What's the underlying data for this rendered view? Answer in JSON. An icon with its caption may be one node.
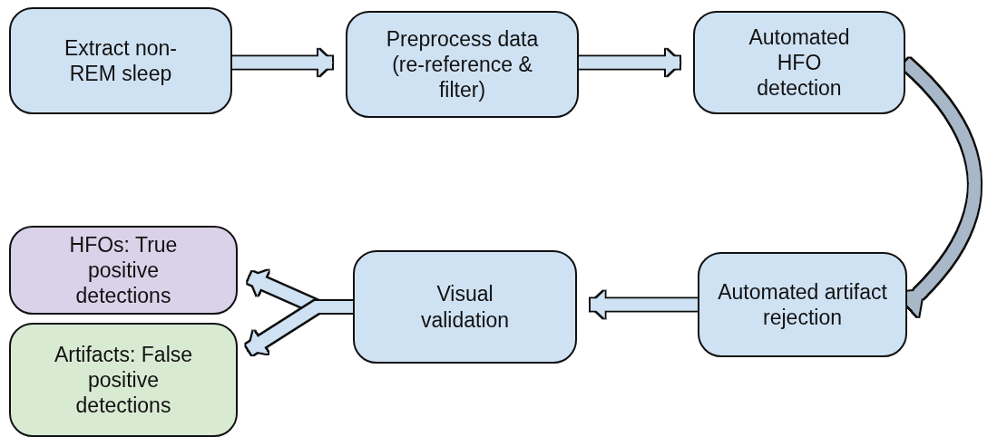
{
  "diagram": {
    "nodes": [
      {
        "text": [
          "Extract non-REM sleep"
        ]
      },
      {
        "text": [
          "Preprocess data (re-reference & filter)"
        ]
      },
      {
        "text": [
          "Automated HFO detection"
        ]
      },
      {
        "text": [
          "HFOs: True positive detections"
        ]
      },
      {
        "text": [
          "Visual validation"
        ]
      },
      {
        "text": [
          "Automated artifact rejection"
        ]
      },
      {
        "text": [
          "Artifacts: False positive detections"
        ]
      }
    ],
    "edges": [
      {
        "from": 0,
        "to": 1,
        "arrow": "to"
      },
      {
        "from": 1,
        "to": 2,
        "arrow": "to"
      },
      {
        "from": 2,
        "to": 5,
        "arrow": "to",
        "color": "#a9b8c8"
      },
      {
        "from": 5,
        "to": 4,
        "arrow": "to"
      },
      {
        "from": 4,
        "to": 3,
        "arrow": "to"
      },
      {
        "from": 4,
        "to": 6,
        "arrow": "to"
      }
    ]
  }
}
